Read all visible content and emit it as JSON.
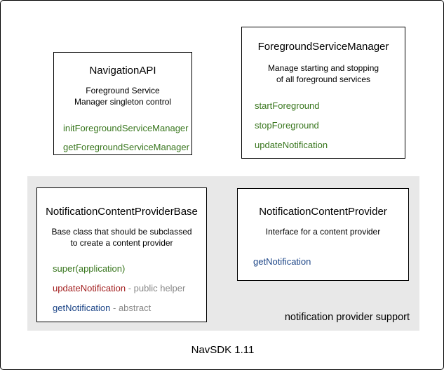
{
  "colors": {
    "method_green": "#38761d",
    "method_red": "#a32020",
    "method_blue": "#1c4587",
    "annotation_gray": "#888888",
    "panel_gray": "#e8e8e8"
  },
  "boxes": {
    "navigation_api": {
      "title": "NavigationAPI",
      "description": [
        "Foreground Service",
        "Manager singleton control"
      ],
      "methods": [
        {
          "name": "initForegroundServiceManager",
          "annotation": ""
        },
        {
          "name": "getForegroundServiceManager",
          "annotation": ""
        }
      ]
    },
    "foreground_service_manager": {
      "title": "ForegroundServiceManager",
      "description": [
        "Manage starting and stopping",
        "of all foreground services"
      ],
      "methods": [
        {
          "name": "startForeground",
          "annotation": ""
        },
        {
          "name": "stopForeground",
          "annotation": ""
        },
        {
          "name": "updateNotification",
          "annotation": ""
        }
      ]
    },
    "notification_content_provider_base": {
      "title": "NotificationContentProviderBase",
      "description": [
        "Base class that should be subclassed",
        "to create a content provider"
      ],
      "methods": [
        {
          "name": "super(application)",
          "annotation": ""
        },
        {
          "name": "updateNotification",
          "annotation": " - public helper"
        },
        {
          "name": "getNotification",
          "annotation": " - abstract"
        }
      ]
    },
    "notification_content_provider": {
      "title": "NotificationContentProvider",
      "description": [
        "Interface for a content provider"
      ],
      "methods": [
        {
          "name": "getNotification",
          "annotation": ""
        }
      ]
    }
  },
  "panel_label": "notification provider support",
  "sdk_label": "NavSDK 1.11"
}
